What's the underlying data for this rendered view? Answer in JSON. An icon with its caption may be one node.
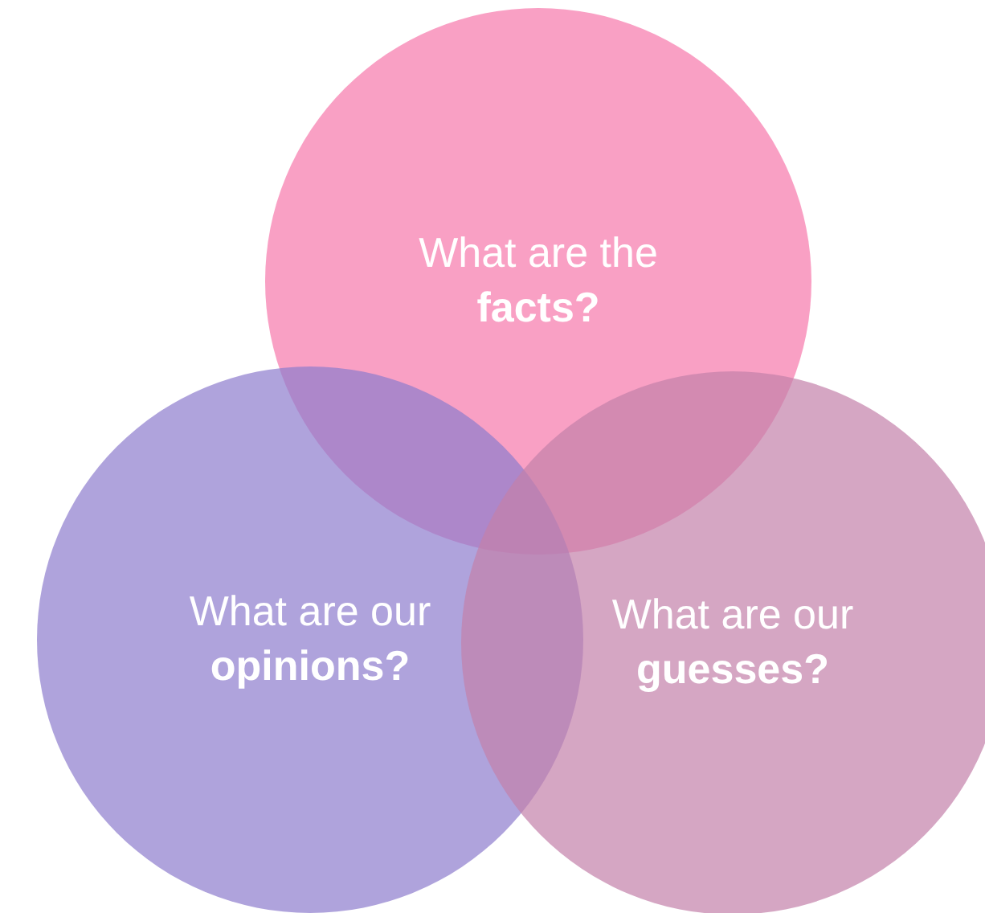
{
  "diagram": {
    "nodes": [
      {
        "text": [
          "What are the **facts?**"
        ]
      },
      {
        "text": [
          "What are our **opinions?**"
        ]
      },
      {
        "text": [
          "What are our **guesses?**"
        ]
      }
    ]
  }
}
